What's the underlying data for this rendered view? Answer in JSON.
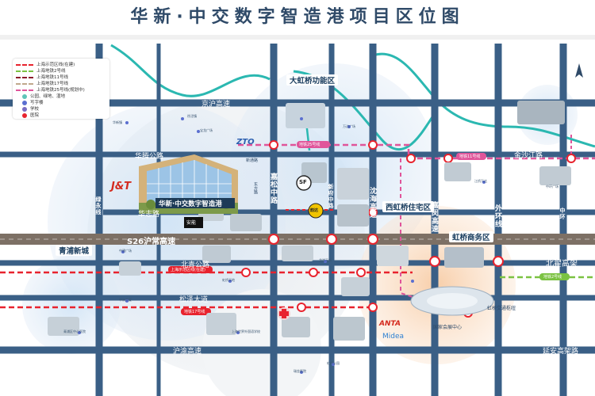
{
  "title": "华新·中交数字智造港项目区位图",
  "legend": {
    "items": [
      {
        "label": "上海示范区线(在建)",
        "color": "#e8232e",
        "style": "dashed"
      },
      {
        "label": "上海地铁2号线",
        "color": "#7bc242",
        "style": "dashed"
      },
      {
        "label": "上海地铁11号线",
        "color": "#8b1a2b",
        "style": "dashed"
      },
      {
        "label": "上海地铁17号线",
        "color": "#c0a88c",
        "style": "dashed"
      },
      {
        "label": "上海地铁25号线(规划中)",
        "color": "#e0559a",
        "style": "dashed"
      },
      {
        "label": "公园、绿地、湿地",
        "color": "#5fc4b8",
        "style": "dot"
      },
      {
        "label": "写字楼",
        "color": "#5b6fd0",
        "style": "dot"
      },
      {
        "label": "学校",
        "color": "#7a6cc2",
        "style": "dot"
      },
      {
        "label": "医院",
        "color": "#e8232e",
        "style": "dot"
      }
    ]
  },
  "roads_horizontal": {
    "jinghu": "京沪高速",
    "huateng": "华腾公路",
    "huazhi": "华志路",
    "s26": "S26沪常高速",
    "beiqing": "北青公路",
    "songze": "松泽大道",
    "huyu": "沪渝高速",
    "beizhai": "北翟高架",
    "jinshajiang": "金沙江路",
    "yanan": "延安高架路"
  },
  "roads_vertical": {
    "jiasong": "嘉松中路",
    "shenhai": "沈海高速",
    "jiamin": "嘉闵高速",
    "waihuan": "外环线",
    "zhonghuan": "中环",
    "xinfeng": "新府中路",
    "lvyong": "绿永线"
  },
  "districts": {
    "dahongqiao": "大虹桥功能区",
    "xihongqiao": "西虹桥住宅区",
    "hongqiao_business": "虹桥商务区",
    "qingpu": "青浦新城"
  },
  "project": {
    "name": "华新·中交数字智造港",
    "logo_jt": "J&T",
    "logo_anneng": "安能",
    "logo_zto": "ZTO",
    "logo_sf": "SF",
    "logo_yunda": "韵达"
  },
  "metro_tags": {
    "line25": "地铁25号线",
    "line11": "地铁11号线",
    "line17": "地铁17号线",
    "line2": "地铁2号线",
    "line_demo": "上海示范区线(在建)"
  },
  "places": {
    "xintong": "新通路",
    "dongfang": "东方路",
    "hongqiao_hub": "虹桥交通枢纽",
    "expo_center": "国家会展中心",
    "anta": "ANTA",
    "midea": "Midea",
    "huaxin_town": "华新镇",
    "xujing_town": "徐泾镇",
    "baolong_plaza": "宝龙广场",
    "wanda": "万达广场",
    "zhongjian": "中建广场",
    "shenzhou": "申洲大厦",
    "hongqiao_tiandi": "虹桥天地",
    "longhu": "龙湖天街",
    "hongqiao_school": "上海世界外国语学校",
    "qingpu_hospital": "青浦区中心医院",
    "ruijin": "瑞金医院",
    "hongqiao_park": "虹桥公园",
    "jiangqiao": "江桥万达",
    "zhonghuan_pl": "中环广场"
  },
  "colors": {
    "road": "#3a5f86",
    "expressway": "#7d7065",
    "river": "#2bb8b1",
    "title": "#2f4a68",
    "metro_red": "#e8232e",
    "metro_green": "#7bc242",
    "metro_pink": "#e0559a",
    "metro_maroon": "#8b1a2b"
  },
  "icons": {
    "compass": "north-arrow-icon",
    "metro": "metro-station-icon",
    "hospital": "hospital-icon"
  }
}
